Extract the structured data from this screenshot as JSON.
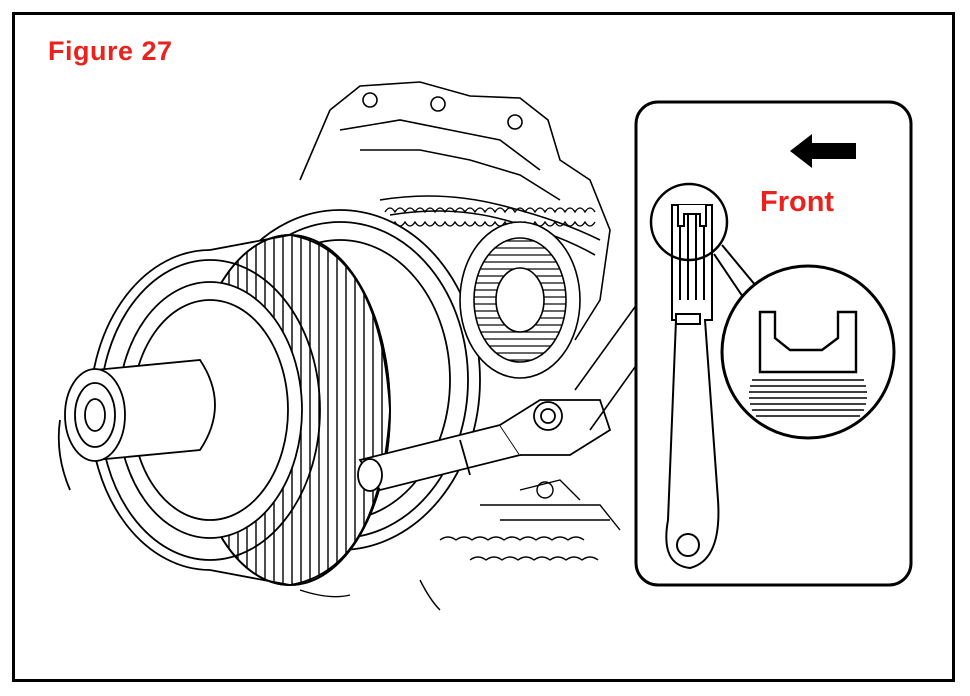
{
  "figure": {
    "title": "Figure 27",
    "front_label": "Front"
  },
  "colors": {
    "label_red": "#e8231e",
    "line": "#000000",
    "background": "#ffffff"
  },
  "icons": [
    "front-arrow-icon",
    "magnifier-circle",
    "detail-circle"
  ]
}
